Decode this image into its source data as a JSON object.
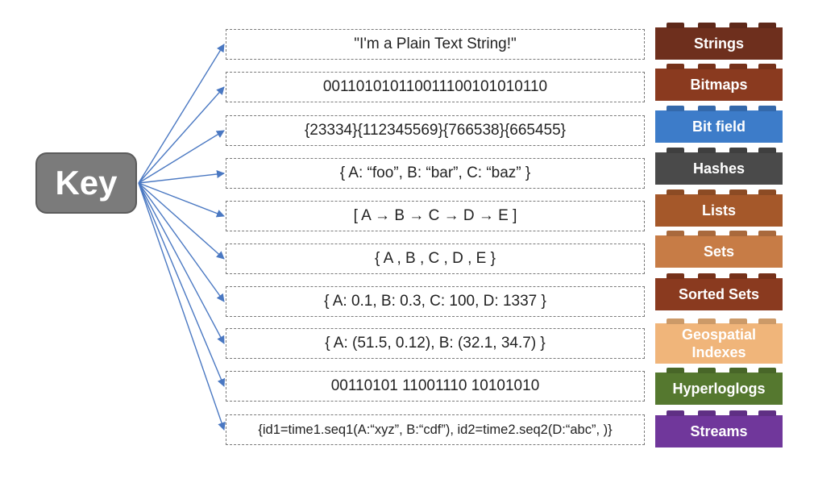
{
  "key": {
    "label": "Key"
  },
  "values": [
    {
      "text": "\"I'm a Plain Text String!\""
    },
    {
      "text": "001101010110011100101010110"
    },
    {
      "text": "{23334}{112345569}{766538}{665455}"
    },
    {
      "text": "{ A: “foo”, B: “bar”, C: “baz”  }"
    },
    {
      "text": "[ A → B → C → D → E ]"
    },
    {
      "text": "{  A , B , C , D , E  }"
    },
    {
      "text": "{ A: 0.1, B: 0.3, C: 100, D: 1337 }"
    },
    {
      "text": "{ A: (51.5, 0.12), B: (32.1, 34.7)  }"
    },
    {
      "text": "00110101 11001110 10101010"
    },
    {
      "text": "{id1=time1.seq1(A:“xyz”, B:“cdf”), id2=time2.seq2(D:“abc”, )}"
    }
  ],
  "types": [
    {
      "label": "Strings",
      "color": "#6e2f1d"
    },
    {
      "label": "Bitmaps",
      "color": "#8a3a1f"
    },
    {
      "label": "Bit field",
      "color": "#3d7cc9"
    },
    {
      "label": "Hashes",
      "color": "#4a4a4a"
    },
    {
      "label": "Lists",
      "color": "#a5582a"
    },
    {
      "label": "Sets",
      "color": "#c77c46"
    },
    {
      "label": "Sorted Sets",
      "color": "#8a3a1f"
    },
    {
      "label": "Geospatial Indexes",
      "color": "#f0b57a"
    },
    {
      "label": "Hyperloglogs",
      "color": "#55782f"
    },
    {
      "label": "Streams",
      "color": "#70379b"
    }
  ],
  "colors": {
    "arrow": "#4a78c2",
    "key_fill": "#7b7b7b"
  }
}
